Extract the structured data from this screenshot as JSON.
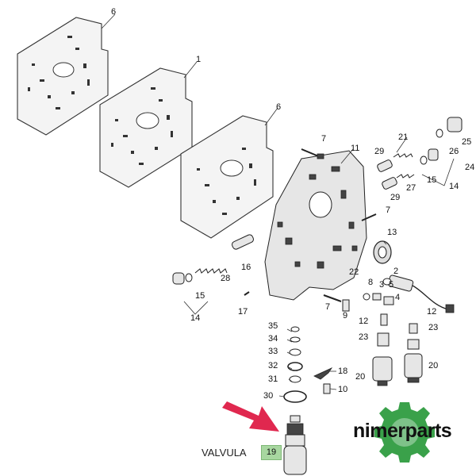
{
  "callouts": {
    "c6a": "6",
    "c1": "1",
    "c6b": "6",
    "c11": "11",
    "c7a": "7",
    "c21": "21",
    "c29a": "29",
    "c29b": "29",
    "c26": "26",
    "c25": "25",
    "c24": "24",
    "c15a": "15",
    "c14a": "14",
    "c27": "27",
    "c7b": "7",
    "c13": "13",
    "c16": "16",
    "c28": "28",
    "c15b": "15",
    "c14b": "14",
    "c17": "17",
    "c22": "22",
    "c2": "2",
    "c5": "5",
    "c8": "8",
    "c3": "3",
    "c4": "4",
    "c7c": "7",
    "c9": "9",
    "c12a": "12",
    "c12b": "12",
    "c23a": "23",
    "c23b": "23",
    "c20a": "20",
    "c20b": "20",
    "c35": "35",
    "c34": "34",
    "c33": "33",
    "c32": "32",
    "c31": "31",
    "c30": "30",
    "c18": "18",
    "c10": "10"
  },
  "highlight": {
    "label": "VALVULA",
    "part_number": "19"
  },
  "brand": {
    "name": "nimerparts",
    "colors": {
      "gear": "#3aa14a",
      "text": "#111111",
      "arrow": "#e0284f",
      "badge": "#a8d7a0"
    }
  },
  "icons": {
    "logo": "gear-icon",
    "pointer": "arrow-icon"
  }
}
